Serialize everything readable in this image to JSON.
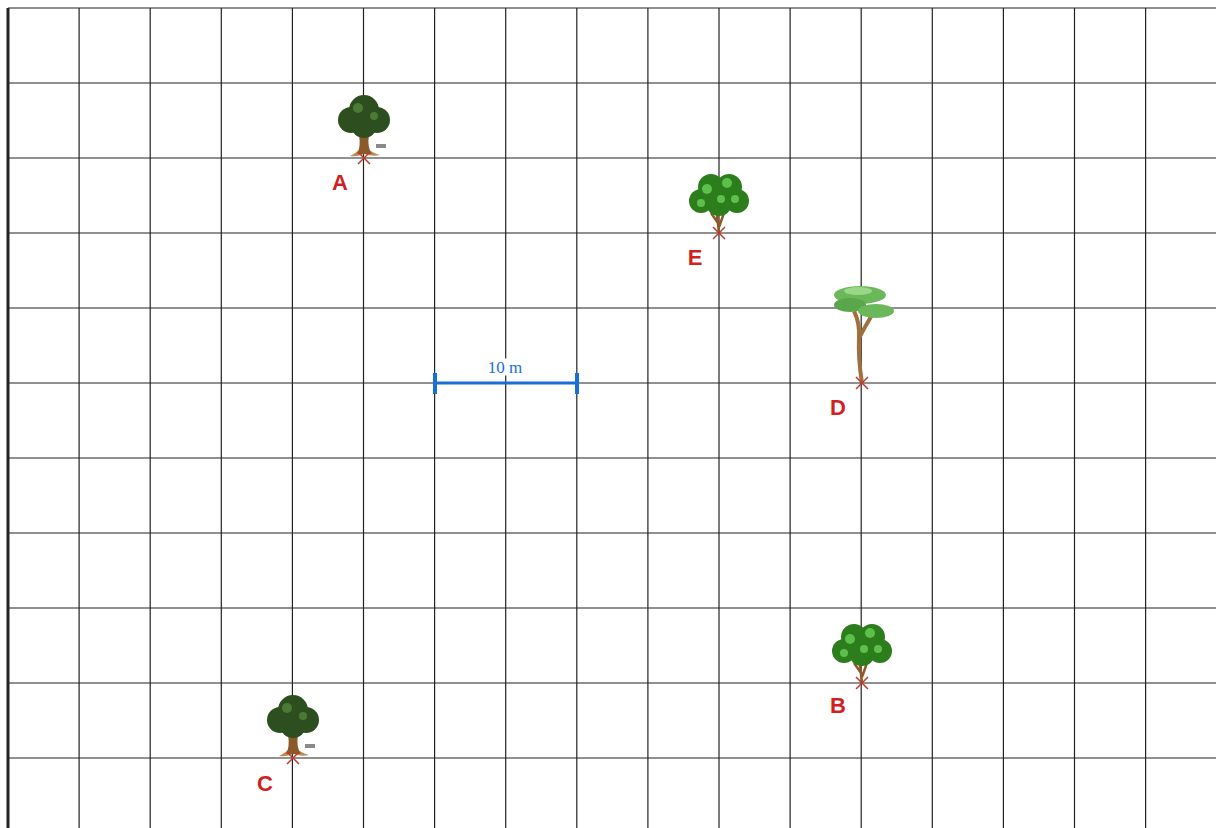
{
  "diagram": {
    "labels": [
      "A",
      "E",
      "10 m",
      "D",
      "B",
      "C"
    ]
  }
}
